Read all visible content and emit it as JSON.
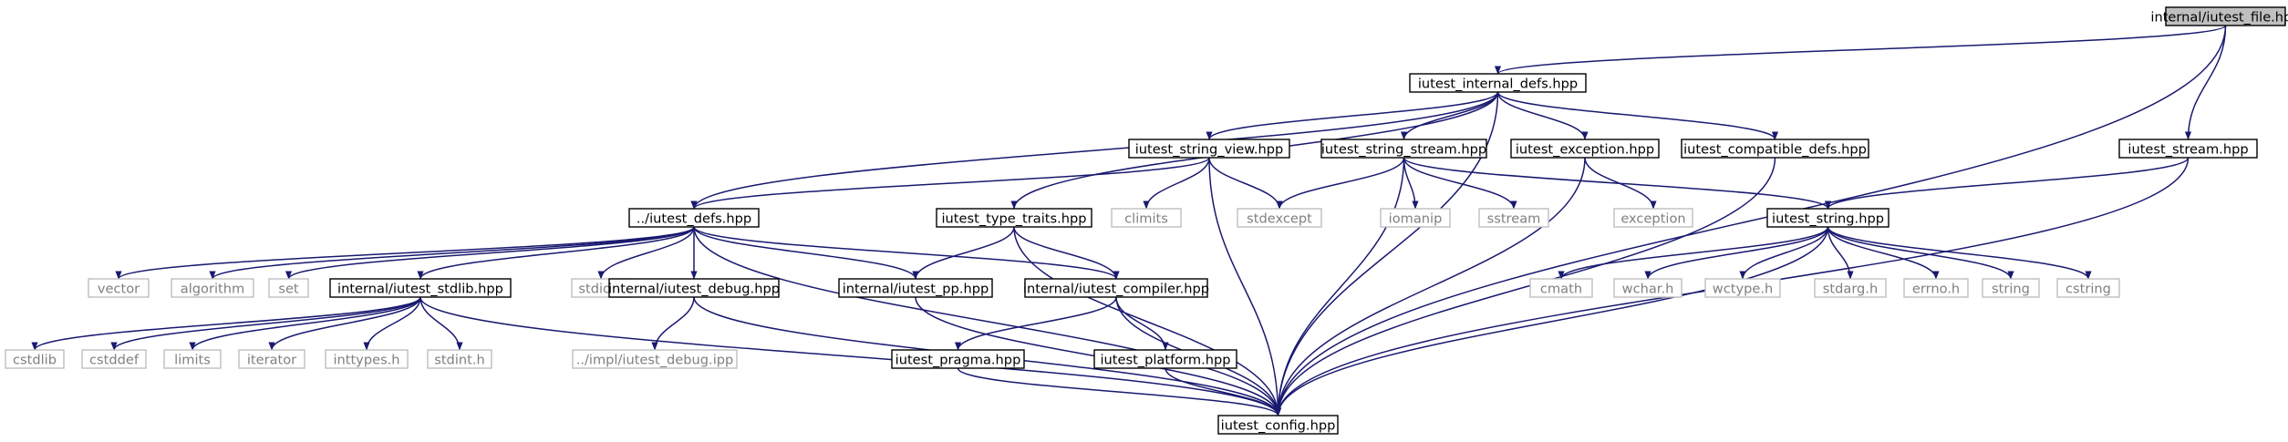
{
  "diagram": {
    "colors": {
      "edge": "#191970",
      "root_fill": "#bfbfbf",
      "node_fill": "#ffffff",
      "node_stroke": "#000000",
      "external_stroke": "#bfbfbf",
      "external_text": "#808080",
      "text": "#000000"
    },
    "nodes": [
      {
        "id": "root",
        "label": "internal/iutest_file.hpp",
        "kind": "root"
      },
      {
        "id": "internal_defs",
        "label": "iutest_internal_defs.hpp",
        "kind": "file"
      },
      {
        "id": "stream",
        "label": "iutest_stream.hpp",
        "kind": "file"
      },
      {
        "id": "string_view",
        "label": "iutest_string_view.hpp",
        "kind": "file"
      },
      {
        "id": "string_stream",
        "label": "iutest_string_stream.hpp",
        "kind": "file"
      },
      {
        "id": "exception_hpp",
        "label": "iutest_exception.hpp",
        "kind": "file"
      },
      {
        "id": "compatible_defs",
        "label": "iutest_compatible_defs.hpp",
        "kind": "file"
      },
      {
        "id": "defs",
        "label": "../iutest_defs.hpp",
        "kind": "file"
      },
      {
        "id": "type_traits",
        "label": "iutest_type_traits.hpp",
        "kind": "file"
      },
      {
        "id": "climits",
        "label": "climits",
        "kind": "external"
      },
      {
        "id": "stdexcept",
        "label": "stdexcept",
        "kind": "external"
      },
      {
        "id": "iomanip",
        "label": "iomanip",
        "kind": "external"
      },
      {
        "id": "sstream",
        "label": "sstream",
        "kind": "external"
      },
      {
        "id": "exception",
        "label": "exception",
        "kind": "external"
      },
      {
        "id": "string_hpp",
        "label": "iutest_string.hpp",
        "kind": "file"
      },
      {
        "id": "vector",
        "label": "vector",
        "kind": "external"
      },
      {
        "id": "algorithm",
        "label": "algorithm",
        "kind": "external"
      },
      {
        "id": "set",
        "label": "set",
        "kind": "external"
      },
      {
        "id": "stdlib_hpp",
        "label": "internal/iutest_stdlib.hpp",
        "kind": "file"
      },
      {
        "id": "stdio",
        "label": "stdio.h",
        "kind": "external"
      },
      {
        "id": "debug",
        "label": "internal/iutest_debug.hpp",
        "kind": "file"
      },
      {
        "id": "pp",
        "label": "internal/iutest_pp.hpp",
        "kind": "file"
      },
      {
        "id": "compiler",
        "label": "internal/iutest_compiler.hpp",
        "kind": "file"
      },
      {
        "id": "cmath",
        "label": "cmath",
        "kind": "external"
      },
      {
        "id": "wchar",
        "label": "wchar.h",
        "kind": "external"
      },
      {
        "id": "wctype",
        "label": "wctype.h",
        "kind": "external"
      },
      {
        "id": "stdarg",
        "label": "stdarg.h",
        "kind": "external"
      },
      {
        "id": "errno",
        "label": "errno.h",
        "kind": "external"
      },
      {
        "id": "string",
        "label": "string",
        "kind": "external"
      },
      {
        "id": "cstring",
        "label": "cstring",
        "kind": "external"
      },
      {
        "id": "cstdlib",
        "label": "cstdlib",
        "kind": "external"
      },
      {
        "id": "cstddef",
        "label": "cstddef",
        "kind": "external"
      },
      {
        "id": "limits",
        "label": "limits",
        "kind": "external"
      },
      {
        "id": "iterator",
        "label": "iterator",
        "kind": "external"
      },
      {
        "id": "inttypes",
        "label": "inttypes.h",
        "kind": "external"
      },
      {
        "id": "stdint",
        "label": "stdint.h",
        "kind": "external"
      },
      {
        "id": "debug_ipp",
        "label": "../impl/iutest_debug.ipp",
        "kind": "external"
      },
      {
        "id": "pragma",
        "label": "iutest_pragma.hpp",
        "kind": "file"
      },
      {
        "id": "platform",
        "label": "iutest_platform.hpp",
        "kind": "file"
      },
      {
        "id": "config",
        "label": "iutest_config.hpp",
        "kind": "file"
      }
    ],
    "edges": [
      [
        "root",
        "internal_defs"
      ],
      [
        "root",
        "stream"
      ],
      [
        "root",
        "config"
      ],
      [
        "internal_defs",
        "defs"
      ],
      [
        "internal_defs",
        "string_view"
      ],
      [
        "internal_defs",
        "type_traits"
      ],
      [
        "internal_defs",
        "string_stream"
      ],
      [
        "internal_defs",
        "exception_hpp"
      ],
      [
        "internal_defs",
        "compatible_defs"
      ],
      [
        "internal_defs",
        "config"
      ],
      [
        "string_view",
        "defs"
      ],
      [
        "string_view",
        "climits"
      ],
      [
        "string_view",
        "stdexcept"
      ],
      [
        "string_view",
        "config"
      ],
      [
        "string_stream",
        "stdexcept"
      ],
      [
        "string_stream",
        "iomanip"
      ],
      [
        "string_stream",
        "sstream"
      ],
      [
        "string_stream",
        "string_hpp"
      ],
      [
        "string_stream",
        "config"
      ],
      [
        "exception_hpp",
        "exception"
      ],
      [
        "exception_hpp",
        "config"
      ],
      [
        "compatible_defs",
        "config"
      ],
      [
        "stream",
        "string_hpp"
      ],
      [
        "stream",
        "config"
      ],
      [
        "type_traits",
        "pp"
      ],
      [
        "type_traits",
        "compiler"
      ],
      [
        "type_traits",
        "config"
      ],
      [
        "defs",
        "vector"
      ],
      [
        "defs",
        "algorithm"
      ],
      [
        "defs",
        "set"
      ],
      [
        "defs",
        "stdlib_hpp"
      ],
      [
        "defs",
        "stdio"
      ],
      [
        "defs",
        "debug"
      ],
      [
        "defs",
        "pp"
      ],
      [
        "defs",
        "compiler"
      ],
      [
        "defs",
        "config"
      ],
      [
        "string_hpp",
        "cmath"
      ],
      [
        "string_hpp",
        "wchar"
      ],
      [
        "string_hpp",
        "wctype"
      ],
      [
        "string_hpp",
        "stdarg"
      ],
      [
        "string_hpp",
        "errno"
      ],
      [
        "string_hpp",
        "string"
      ],
      [
        "string_hpp",
        "cstring"
      ],
      [
        "string_hpp",
        "config"
      ],
      [
        "stdlib_hpp",
        "cstdlib"
      ],
      [
        "stdlib_hpp",
        "cstddef"
      ],
      [
        "stdlib_hpp",
        "limits"
      ],
      [
        "stdlib_hpp",
        "iterator"
      ],
      [
        "stdlib_hpp",
        "inttypes"
      ],
      [
        "stdlib_hpp",
        "stdint"
      ],
      [
        "stdlib_hpp",
        "config"
      ],
      [
        "debug",
        "debug_ipp"
      ],
      [
        "debug",
        "config"
      ],
      [
        "pp",
        "config"
      ],
      [
        "compiler",
        "pragma"
      ],
      [
        "compiler",
        "platform"
      ],
      [
        "compiler",
        "config"
      ],
      [
        "pragma",
        "config"
      ],
      [
        "platform",
        "config"
      ]
    ]
  }
}
